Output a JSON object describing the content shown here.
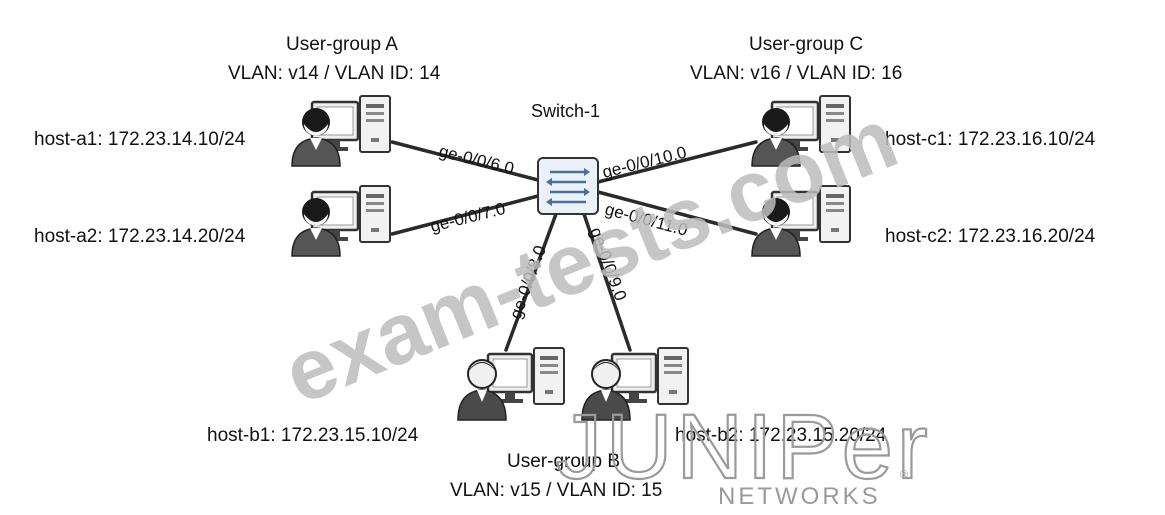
{
  "switch": {
    "name": "Switch-1"
  },
  "groups": {
    "a": {
      "title": "User-group A",
      "vlan": "VLAN: v14 / VLAN ID: 14"
    },
    "b": {
      "title": "User-group B",
      "vlan": "VLAN: v15 / VLAN ID: 15"
    },
    "c": {
      "title": "User-group C",
      "vlan": "VLAN: v16 / VLAN ID: 16"
    }
  },
  "hosts": {
    "a1": "host-a1: 172.23.14.10/24",
    "a2": "host-a2: 172.23.14.20/24",
    "b1": "host-b1: 172.23.15.10/24",
    "b2": "host-b2: 172.23.15.20/24",
    "c1": "host-c1: 172.23.16.10/24",
    "c2": "host-c2: 172.23.16.20/24"
  },
  "ports": {
    "a1": "ge-0/0/6.0",
    "a2": "ge-0/0/7.0",
    "b1": "ge-0/0/8.0",
    "b2": "ge-0/0/9.0",
    "c1": "ge-0/0/10.0",
    "c2": "ge-0/0/11.0"
  },
  "watermark": "exam-tests.com",
  "logo": {
    "word": "JUNIPer",
    "sub": "NETWORKS",
    "reg": "®"
  },
  "icons": {
    "workstation": "workstation-icon",
    "switch": "switch-icon"
  }
}
